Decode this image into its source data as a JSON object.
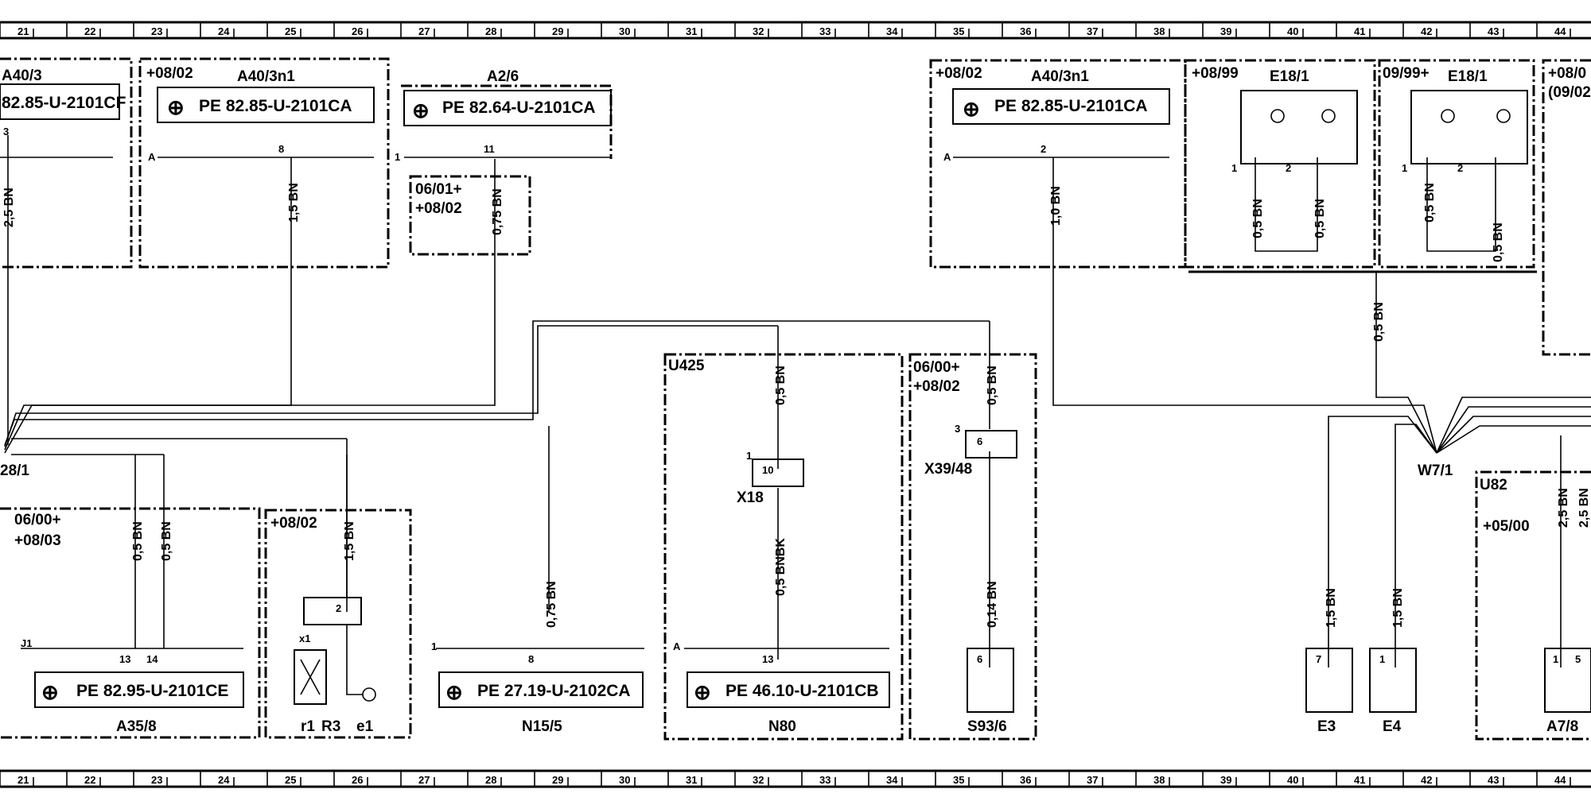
{
  "ruler": [
    "21",
    "22",
    "23",
    "24",
    "25",
    "26",
    "27",
    "28",
    "29",
    "30",
    "31",
    "32",
    "33",
    "34",
    "35",
    "36",
    "37",
    "38",
    "39",
    "40",
    "41",
    "42",
    "43",
    "44"
  ],
  "components": {
    "a40_3": {
      "name": "A40/3",
      "pe": "82.85-U-2101CF",
      "pin": "3"
    },
    "a40_3n1_left": {
      "dates": "+08/02",
      "name": "A40/3n1",
      "pe": "PE 82.85-U-2101CA",
      "pin": "8",
      "conn": "A"
    },
    "a2_6": {
      "name": "A2/6",
      "pe": "PE 82.64-U-2101CA",
      "pin": "11",
      "conn": "1"
    },
    "sub_box": {
      "date_from": "06/01+",
      "date_to": "+08/02"
    },
    "a40_3n1_right": {
      "dates": "+08/02",
      "name": "A40/3n1",
      "pe": "PE 82.85-U-2101CA",
      "pin": "2",
      "conn": "A"
    },
    "e18_1_left": {
      "dates": "+08/99",
      "name": "E18/1",
      "pin1": "1",
      "pin2": "2"
    },
    "e18_1_right": {
      "dates": "09/99+",
      "name": "E18/1",
      "pin1": "1",
      "pin2": "2"
    },
    "right_edge_box": {
      "date_a": "+08/0",
      "date_b": "(09/02"
    },
    "w28_1": {
      "name": "28/1"
    },
    "a35_8": {
      "date_from": "06/00+",
      "date_to": "+08/03",
      "name": "A35/8",
      "pe": "PE 82.95-U-2101CE",
      "pins": [
        "13",
        "14"
      ],
      "conn": "J1"
    },
    "r3_box": {
      "dates": "+08/02",
      "x1": "x1",
      "r1": "r1",
      "r3": "R3",
      "e1": "e1",
      "pin": "2"
    },
    "n15_5": {
      "name": "N15/5",
      "pe": "PE 27.19-U-2102CA",
      "pin": "8",
      "conn": "1"
    },
    "u425": {
      "code": "U425",
      "x18": "X18",
      "x18_pin": "10",
      "x18_conn": "1",
      "n80": "N80",
      "pe": "PE 46.10-U-2101CB",
      "pin": "13",
      "conn": "A"
    },
    "x39_48": {
      "date_from": "06/00+",
      "date_to": "+08/02",
      "name": "X39/48",
      "pin": "6",
      "conn": "3"
    },
    "s93_6": {
      "name": "S93/6",
      "pin": "6"
    },
    "w7_1": {
      "name": "W7/1"
    },
    "e3": {
      "name": "E3",
      "pin": "7"
    },
    "e4": {
      "name": "E4",
      "pin": "1"
    },
    "u82": {
      "code": "U82",
      "dates": "+05/00"
    },
    "a7_8": {
      "name": "A7/8",
      "pins": [
        "1",
        "5"
      ]
    }
  },
  "wires": {
    "w_a40_3": "2,5 BN",
    "w_a40_3n1_left": "1,5 BN",
    "w_a2_6": "0,75 BN",
    "w_a40_3n1_right": "1,0 BN",
    "w_e18_l1": "0,5 BN",
    "w_e18_l2": "0,5 BN",
    "w_e18_r1": "0,5 BN",
    "w_e18_r2": "0,5 BN",
    "w_e18_bus": "0,5 BN",
    "w_a35_8_a": "0,5 BN",
    "w_a35_8_b": "0,5 BN",
    "w_r3": "1,5 BN",
    "w_n15_5": "0,75 BN",
    "w_u425_top": "0,5 BN",
    "w_u425_bot": "0,5 BNBK",
    "w_x39_top": "0,5 BN",
    "w_x39_bot": "0,14 BN",
    "w_e3": "1,5 BN",
    "w_e4": "1,5 BN",
    "w_a7_8_a": "2,5 BN",
    "w_a7_8_b": "2,5 BN"
  }
}
